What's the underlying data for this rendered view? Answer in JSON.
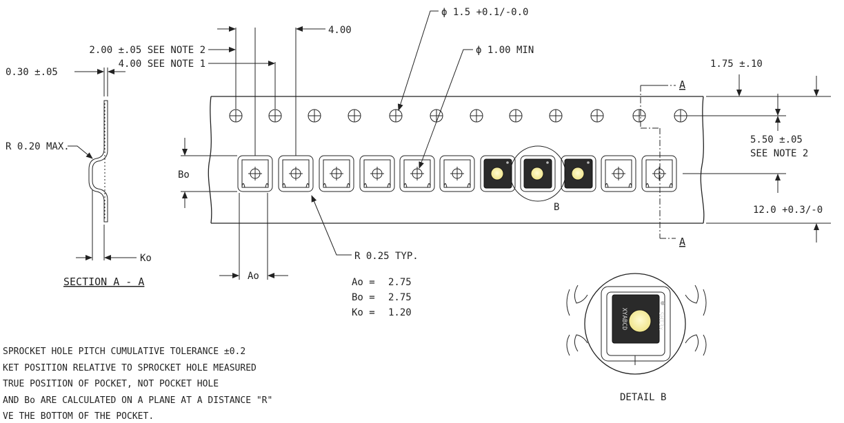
{
  "dimensions": {
    "sprocket_diameter": "ϕ 1.5 +0.1/-0.0",
    "pocket_hole_diameter": "ϕ 1.00 MIN",
    "sprocket_pitch": "4.00",
    "hole_to_pocket": "2.00 ±.05 SEE NOTE 2",
    "pocket_pitch": "4.00 SEE NOTE 1",
    "tape_thickness": "0.30 ±.05",
    "edge_to_sprocket": "1.75 ±.10",
    "sprocket_to_pocket": "5.50 ±.05",
    "sprocket_to_pocket_note": "SEE NOTE 2",
    "tape_width": "12.0 +0.3/-0",
    "corner_radius": "R 0.20 MAX.",
    "pocket_radius": "R 0.25 TYP.",
    "bo_label": "Bo",
    "ao_label": "Ao",
    "ko_label": "Ko"
  },
  "section": {
    "title": "SECTION A - A",
    "marker_top": "A",
    "marker_bottom": "A"
  },
  "detail": {
    "marker": "B",
    "title": "DETAIL B",
    "chip_text_left": "XYABCD",
    "chip_text_right": "SHT3x"
  },
  "pocket_values": [
    {
      "label": "Ao =",
      "value": "2.75"
    },
    {
      "label": "Bo =",
      "value": "2.75"
    },
    {
      "label": "Ko =",
      "value": "1.20"
    }
  ],
  "notes": [
    "SPROCKET HOLE PITCH CUMULATIVE TOLERANCE ±0.2",
    "KET POSITION RELATIVE TO SPROCKET HOLE MEASURED",
    "TRUE POSITION OF POCKET, NOT POCKET HOLE",
    "AND Bo ARE CALCULATED ON A PLANE AT A DISTANCE \"R\"",
    "VE THE BOTTOM OF THE POCKET."
  ],
  "colors": {
    "line": "#222222",
    "chip_body": "#2a2a2a",
    "sensor": "#f7f0a0"
  }
}
